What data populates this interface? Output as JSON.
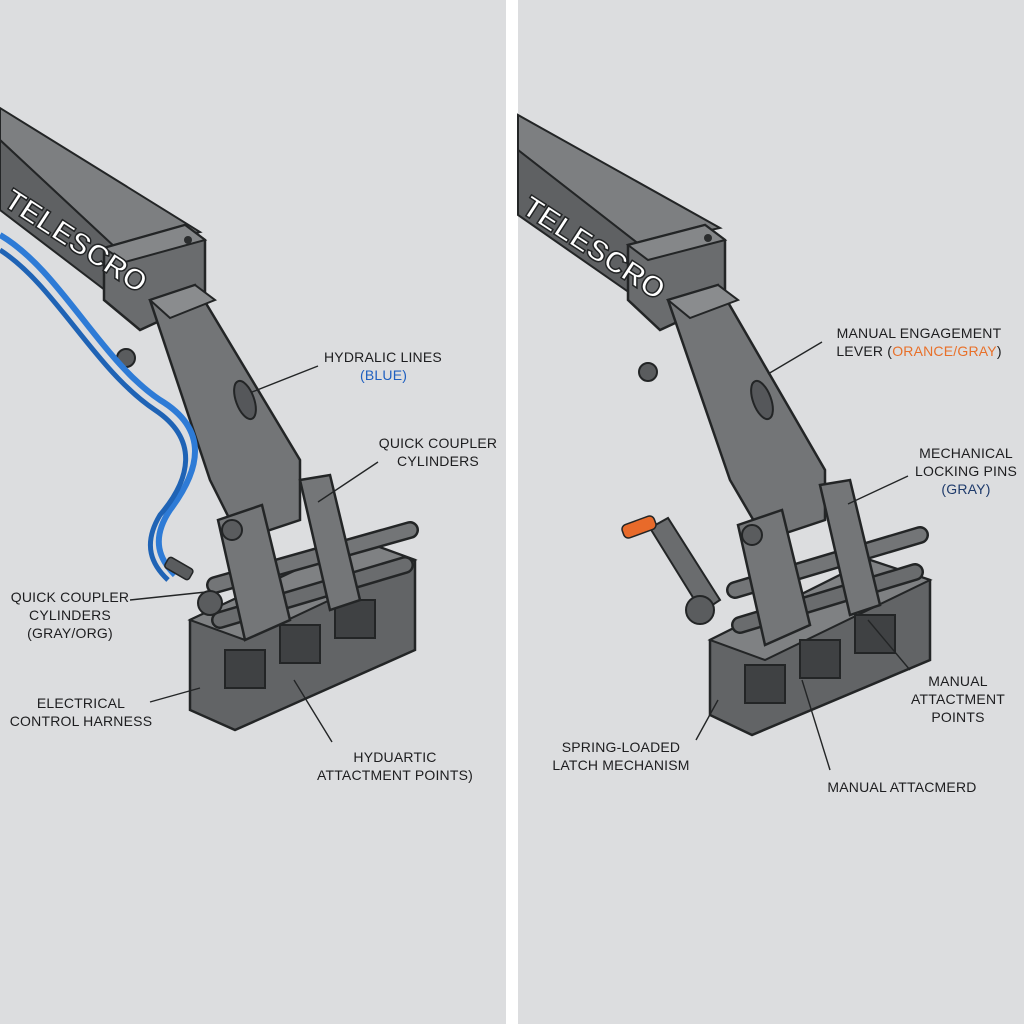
{
  "colors": {
    "background": "#dcdddf",
    "boom_fill": "#6c6e70",
    "boom_dark": "#4a4c4e",
    "outline": "#232526",
    "hydraulic_line": "#2e7bd6",
    "lever_handle": "#e86a2a"
  },
  "left": {
    "boom_text": "TELESCRO",
    "labels": {
      "hydraulic_lines": {
        "line1": "HYDRALIC LINES",
        "line2": "(BLUE)"
      },
      "quick_coupler_cylinders_top": {
        "line1": "QUICK COUPLER",
        "line2": "CYLINDERS"
      },
      "quick_coupler_cylinders_left": {
        "line1": "QUICK COUPLER",
        "line2": "CYLINDERS",
        "line3": "(GRAY/ORG)"
      },
      "electrical_control_harness": {
        "line1": "ELECTRICAL",
        "line2": "CONTROL HARNESS"
      },
      "hydraulic_attachment_points": {
        "line1": "HYDUARTIC",
        "line2": "ATTACTMENT POINTS)"
      }
    }
  },
  "right": {
    "boom_text": "TELESCRO",
    "labels": {
      "manual_engagement_lever": {
        "line1": "MANUAL ENGAGEMENT",
        "line2_prefix": "LEVER (",
        "line2_accent": "ORANCE/GRAY",
        "line2_suffix": ")"
      },
      "mechanical_locking_pins": {
        "line1": "MECHANICAL",
        "line2": "LOCKING PINS",
        "line3": "(GRAY)"
      },
      "manual_attachment_points": {
        "line1": "MANUAL",
        "line2": "ATTACTMENT",
        "line3": "POINTS"
      },
      "spring_loaded_latch": {
        "line1": "SPRING-LOADED",
        "line2": "LATCH MECHANISM"
      },
      "manual_attachment_bottom": {
        "line1": "MANUAL ATTACMERD"
      }
    }
  }
}
